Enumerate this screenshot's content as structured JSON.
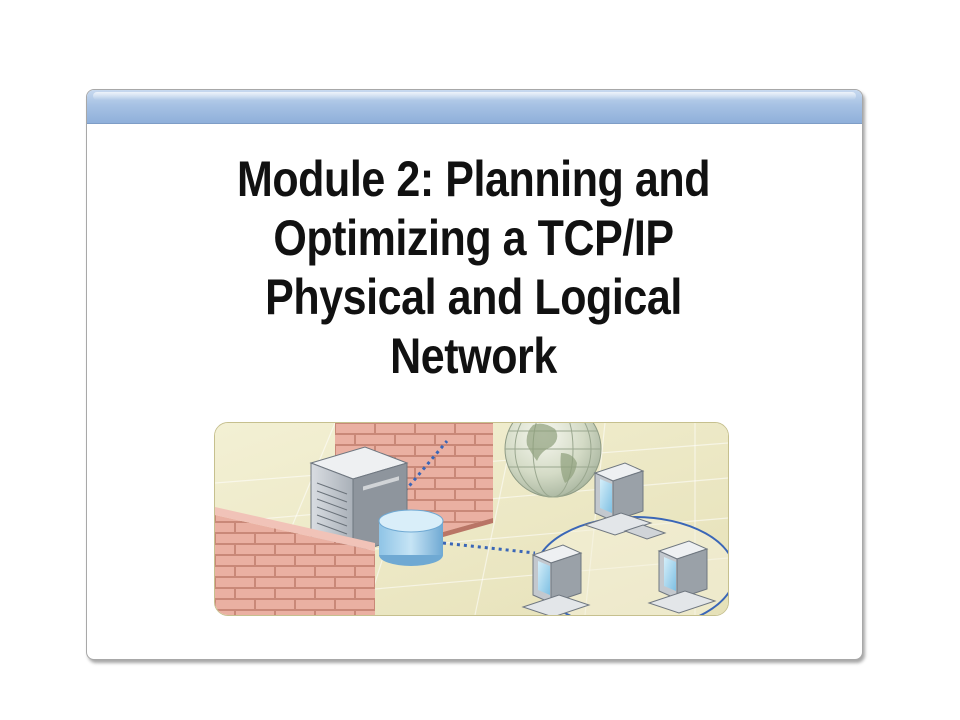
{
  "slide": {
    "title_lines": [
      "Module 2: Planning and",
      "Optimizing a TCP/IP",
      "Physical and Logical",
      "Network"
    ]
  },
  "illustration": {
    "icons": [
      "brick-wall-icon",
      "server-tower-icon",
      "database-icon",
      "globe-icon",
      "desktop-computer-icon"
    ],
    "colors": {
      "background": "#eeeac8",
      "brick": "#e8a99a",
      "screen": "#9fd3ec",
      "link": "#3a66b7"
    }
  }
}
